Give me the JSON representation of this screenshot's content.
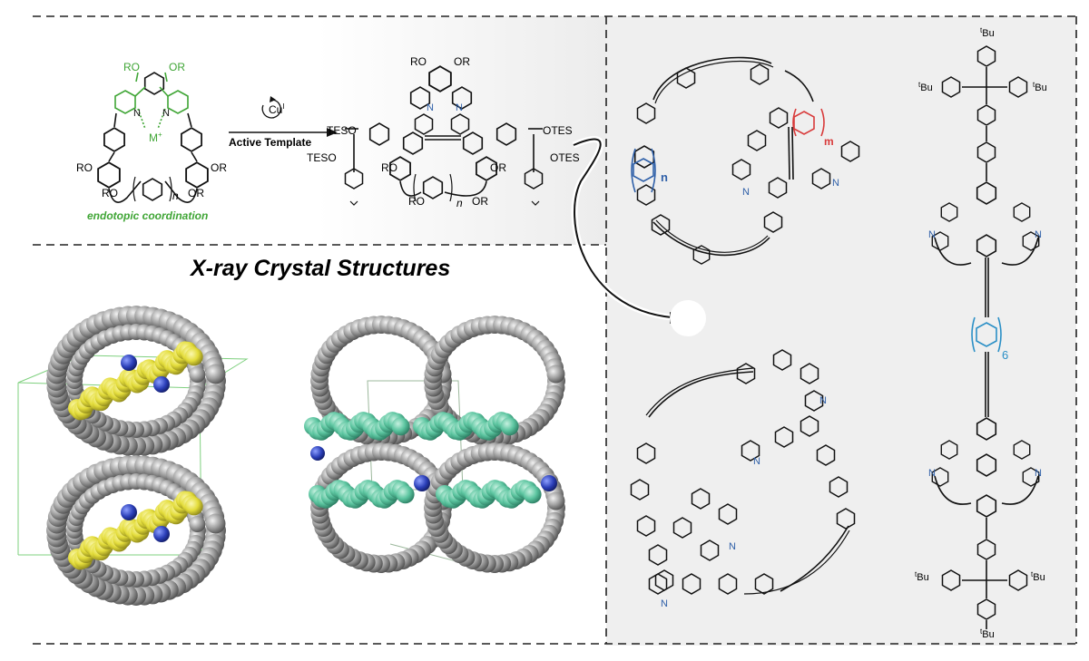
{
  "scheme": {
    "left_molecule": {
      "ro_top_left": "RO",
      "ro_top_right": "OR",
      "n_left": "N",
      "n_right": "N",
      "metal": "M",
      "metal_charge": "+",
      "ro_mid_left": "RO",
      "ro_mid_right": "OR",
      "ro_bottom_left": "RO",
      "ro_bottom_right": "OR",
      "repeat_n": "n",
      "caption": "endotopic coordination"
    },
    "arrow": {
      "reagent": "Cu",
      "reagent_sup": "I",
      "label": "Active Template"
    },
    "right_molecule": {
      "ro_top_left": "RO",
      "ro_top_right": "OR",
      "n_left": "N",
      "n_right": "N",
      "teso_top": "TESO",
      "teso_bottom": "TESO",
      "otes_top": "OTES",
      "otes_bottom": "OTES",
      "ro_mid_left": "RO",
      "ro_mid_right": "OR",
      "ro_bottom_left": "RO",
      "ro_bottom_right": "OR",
      "repeat_n": "n"
    }
  },
  "xray_title": "X-ray Crystal Structures",
  "right_panel": {
    "macrocycle_top": {
      "n_label": "n",
      "m_label": "m",
      "n_atom_left": "N",
      "n_atom_right": "N"
    },
    "macrocycle_bottom": {
      "n_atom_top": "N",
      "n_atom_mid": "N",
      "n_atom_lower": "N",
      "n_atom_bottom": "N"
    },
    "dumbbell": {
      "tbu_top": "Bu",
      "tbu_left": "Bu",
      "tbu_right": "Bu",
      "tbu_sup": "t",
      "n_labels": [
        "N",
        "N",
        "N",
        "N"
      ],
      "repeat": "6",
      "tbu_bottom_left": "Bu",
      "tbu_bottom_right": "Bu",
      "tbu_bottom": "Bu"
    }
  },
  "colors": {
    "green_label": "#3fa535",
    "blue_label": "#2e5fa8",
    "red_label": "#d83a3a",
    "cyan_label": "#2a8fc6",
    "yellow_sphere": "#e7e24a",
    "teal_sphere": "#5fc9a4",
    "grey_sphere": "#9a9a9a",
    "nitrogen_blue": "#2b3fb8",
    "panel_grey": "#efefef"
  }
}
